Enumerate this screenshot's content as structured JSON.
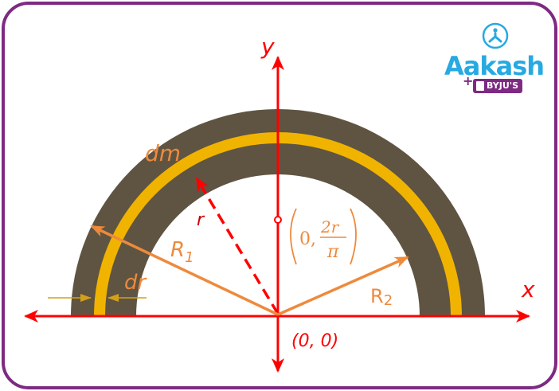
{
  "logo": {
    "brand": "Aakash",
    "partner": "BYJU'S",
    "plus": "+",
    "colors": {
      "brand": "#27a9e1",
      "partner": "#7d2a83"
    }
  },
  "diagram": {
    "title": "Semicircular ring with thin elemental ring dm",
    "axes": {
      "x_label": "x",
      "y_label": "y",
      "origin_label": "(0, 0)"
    },
    "labels": {
      "dm": "dm",
      "r": "r",
      "R1": "R",
      "R1_sub": "1",
      "R2": "R",
      "R2_sub": "2",
      "dr": "dr",
      "com_prefix": "0,",
      "com_numerator": "2r",
      "com_denominator": "π"
    },
    "colors": {
      "ring": "#5f5442",
      "element": "#f0b400",
      "axis": "#ff0000",
      "label": "#ee8a3c",
      "frame": "#7d2a83",
      "dr_arrow": "#d4a017"
    }
  }
}
